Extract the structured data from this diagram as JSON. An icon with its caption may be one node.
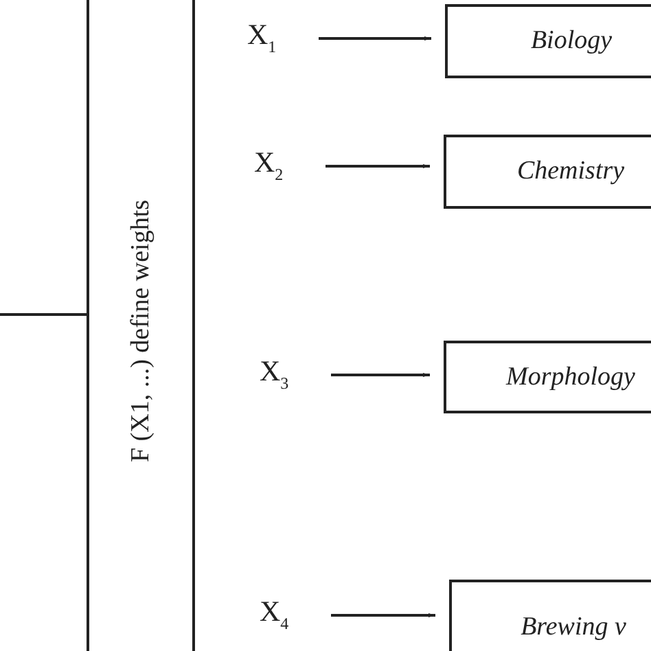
{
  "diagram": {
    "nodes": [
      {
        "text": [
          "F (X1, ...) define weights"
        ]
      },
      {
        "text": [
          "X$_{1}$"
        ]
      },
      {
        "text": [
          "X$_{2}$"
        ]
      },
      {
        "text": [
          "X$_{3}$"
        ]
      },
      {
        "text": [
          "X$_{4}$"
        ]
      },
      {
        "text": [
          "Biology"
        ]
      },
      {
        "text": [
          "Chemistry"
        ]
      },
      {
        "text": [
          "Morphology"
        ]
      },
      {
        "text": [
          "Brewing v"
        ]
      }
    ],
    "edges": [
      {
        "from": null,
        "to": 0,
        "arrow": "none"
      },
      {
        "from": 1,
        "to": 5,
        "arrow": "to"
      },
      {
        "from": 2,
        "to": 6,
        "arrow": "to"
      },
      {
        "from": 3,
        "to": 7,
        "arrow": "to"
      },
      {
        "from": 4,
        "to": 8,
        "arrow": "to"
      }
    ]
  }
}
